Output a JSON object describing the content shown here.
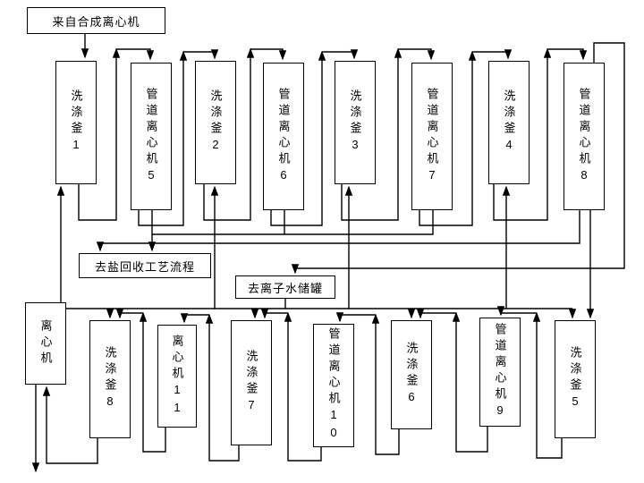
{
  "diagram": {
    "title": "washing-and-centrifuge-process-flow",
    "source_box": "来自合成离心机",
    "salt_recovery_box": "去盐回收工艺流程",
    "water_tank_box": "去离子水储罐",
    "top_row": [
      "洗涤釜1",
      "管道离心机5",
      "洗涤釜2",
      "管道离心机6",
      "洗涤釜3",
      "管道离心机7",
      "洗涤釜4",
      "管道离心机8"
    ],
    "bottom_row": [
      "离心机",
      "洗涤釜8",
      "离心机11",
      "洗涤釜7",
      "管道离心机10",
      "洗涤釜6",
      "管道离心机9",
      "洗涤釜5"
    ],
    "colors": {
      "line": "#000000",
      "background": "#ffffff",
      "box_border": "#000000"
    }
  }
}
